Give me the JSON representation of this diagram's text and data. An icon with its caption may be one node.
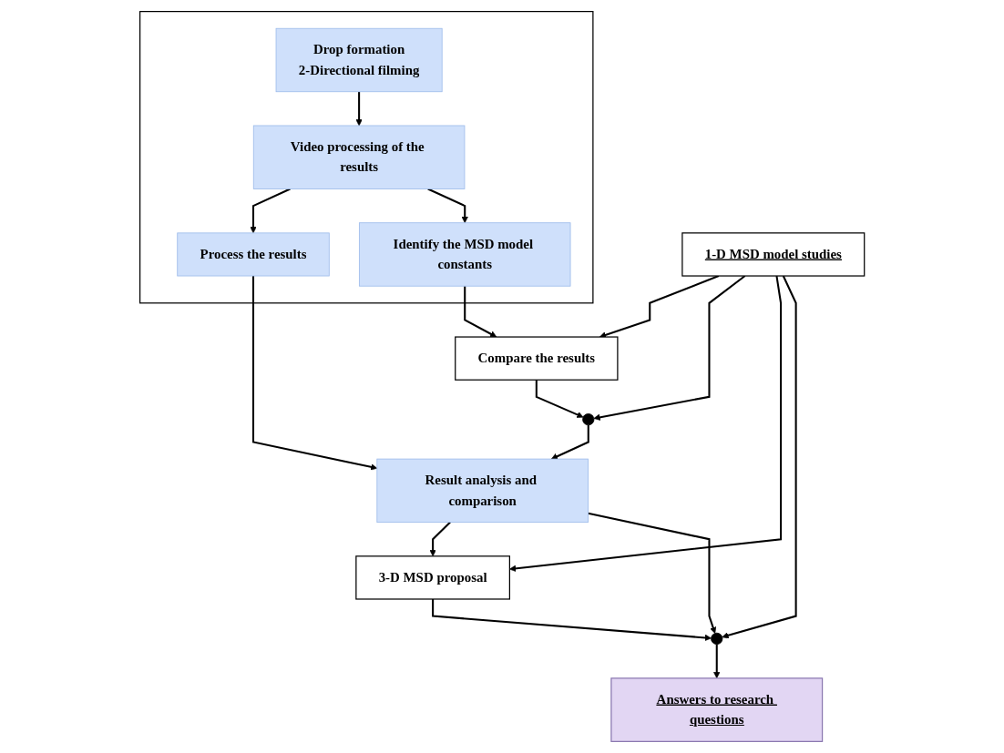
{
  "diagram": {
    "nodes": [
      {
        "text": [],
        "shape": "box"
      },
      {
        "text": [
          "Drop formation",
          "2-Directional filming"
        ],
        "in": 0
      },
      {
        "text": [
          "Video processing of the results"
        ],
        "in": 0
      },
      {
        "text": [
          "Process the results"
        ],
        "in": 0
      },
      {
        "text": [
          "Identify the MSD model constants"
        ],
        "in": 0
      },
      {
        "text": [
          "1-D MSD model studies"
        ]
      },
      {
        "text": [
          "Compare the results"
        ]
      },
      {
        "text": [
          "Result analysis and comparison"
        ]
      },
      {
        "text": [
          "3-D MSD proposal"
        ]
      },
      {
        "text": [],
        "shape": "circle"
      },
      {
        "text": [],
        "shape": "circle"
      },
      {
        "text": [
          "Answers to research questions"
        ]
      }
    ],
    "edges": [
      {
        "from": 1,
        "to": 2,
        "arrow": "to"
      },
      {
        "from": 2,
        "to": 3,
        "arrow": "to"
      },
      {
        "from": 2,
        "to": 4,
        "arrow": "to"
      },
      {
        "from": 4,
        "to": 6,
        "arrow": "to"
      },
      {
        "from": 5,
        "to": 6,
        "arrow": "to"
      },
      {
        "from": 3,
        "to": 7,
        "arrow": "to"
      },
      {
        "from": 6,
        "to": 9,
        "arrow": "to"
      },
      {
        "from": 5,
        "to": 9,
        "arrow": "to"
      },
      {
        "from": 9,
        "to": 7,
        "arrow": "to"
      },
      {
        "from": 5,
        "to": 8,
        "arrow": "to"
      },
      {
        "from": 7,
        "to": 8,
        "arrow": "to"
      },
      {
        "from": 8,
        "to": 10,
        "arrow": "to"
      },
      {
        "from": 5,
        "to": 10,
        "arrow": "to"
      },
      {
        "from": 7,
        "to": 10,
        "arrow": "to"
      },
      {
        "from": 10,
        "to": 11,
        "arrow": "to"
      }
    ]
  }
}
